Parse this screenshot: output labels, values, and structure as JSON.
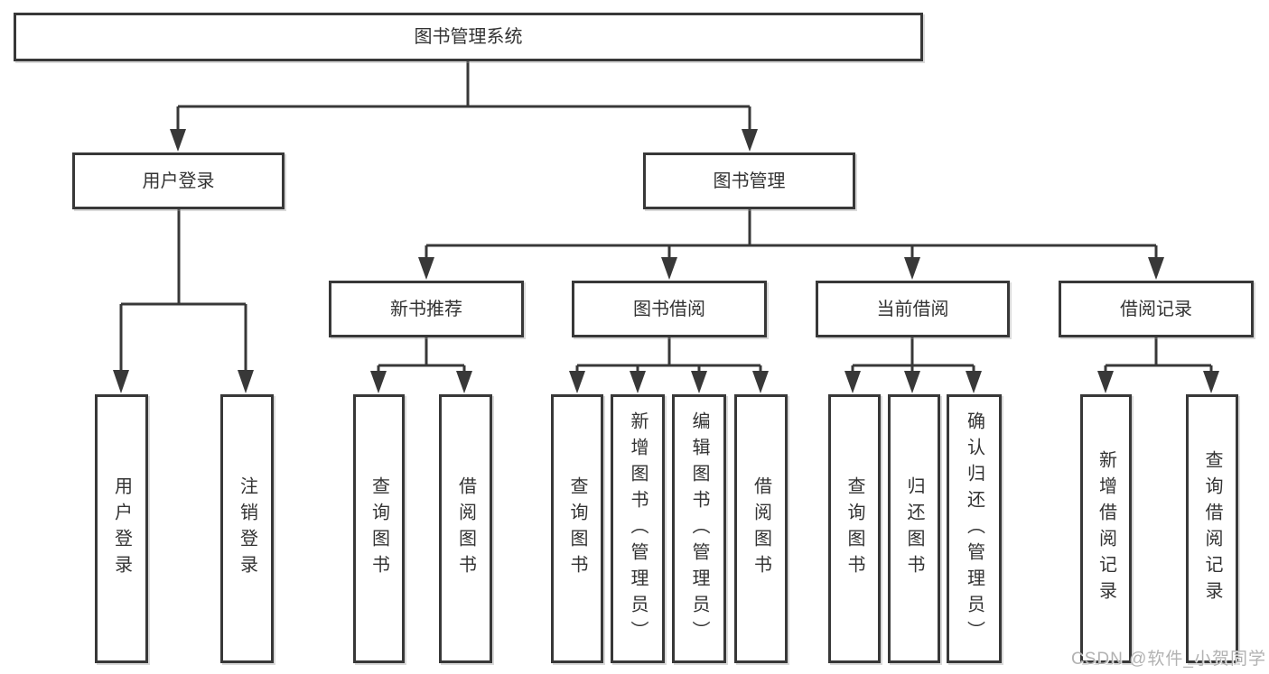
{
  "tree": {
    "root": {
      "label": "图书管理系统"
    },
    "branches": [
      {
        "label": "用户登录",
        "children": [
          {
            "label": "用户登录"
          },
          {
            "label": "注销登录"
          }
        ]
      },
      {
        "label": "图书管理",
        "children": [
          {
            "label": "新书推荐",
            "children": [
              {
                "label": "查询图书"
              },
              {
                "label": "借阅图书"
              }
            ]
          },
          {
            "label": "图书借阅",
            "children": [
              {
                "label": "查询图书"
              },
              {
                "label": "新增图书（管理员）"
              },
              {
                "label": "编辑图书（管理员）"
              },
              {
                "label": "借阅图书"
              }
            ]
          },
          {
            "label": "当前借阅",
            "children": [
              {
                "label": "查询图书"
              },
              {
                "label": "归还图书"
              },
              {
                "label": "确认归还（管理员）"
              }
            ]
          },
          {
            "label": "借阅记录",
            "children": [
              {
                "label": "新增借阅记录"
              },
              {
                "label": "查询借阅记录"
              }
            ]
          }
        ]
      }
    ]
  },
  "watermark": {
    "text": "CSDN @软件_小贺同学"
  },
  "colors": {
    "line": "#383838",
    "text": "#333333",
    "background": "#ffffff",
    "watermark": "#b2b2b2"
  }
}
